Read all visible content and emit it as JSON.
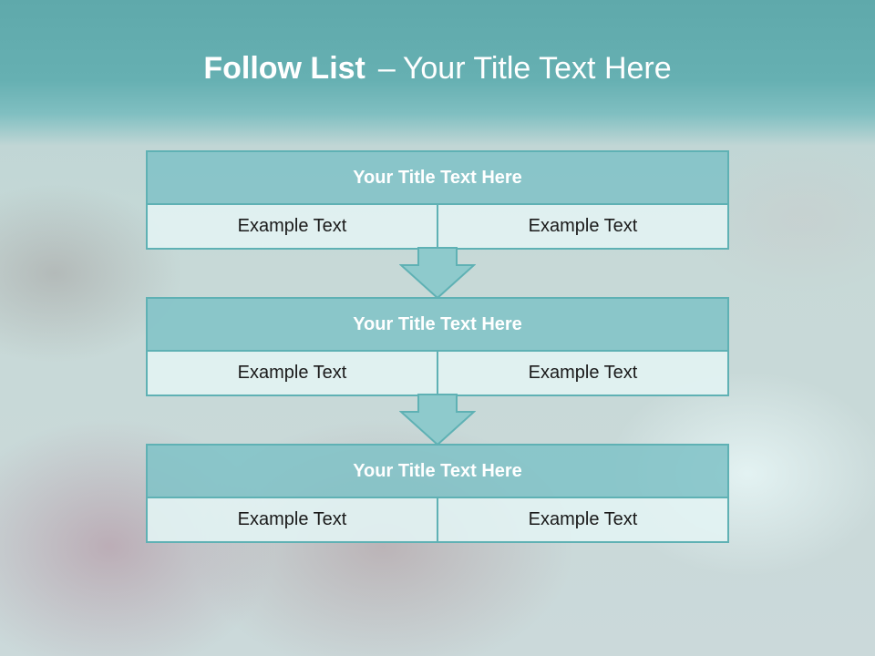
{
  "slide": {
    "title_bold": "Follow List",
    "title_sep": "–",
    "title_rest": "Your Title Text Here"
  },
  "blocks": [
    {
      "title": "Your Title Text Here",
      "left_text": "Example Text",
      "right_text": "Example Text"
    },
    {
      "title": "Your Title Text Here",
      "left_text": "Example Text",
      "right_text": "Example Text"
    },
    {
      "title": "Your Title Text Here",
      "left_text": "Example Text",
      "right_text": "Example Text"
    }
  ],
  "colors": {
    "header": "#5fa9ab",
    "block_border": "#5fb1b4",
    "block_title_fill": "#7ac0c4",
    "cell_fill": "#e1f2f3",
    "arrow_fill": "#8ecacc"
  }
}
